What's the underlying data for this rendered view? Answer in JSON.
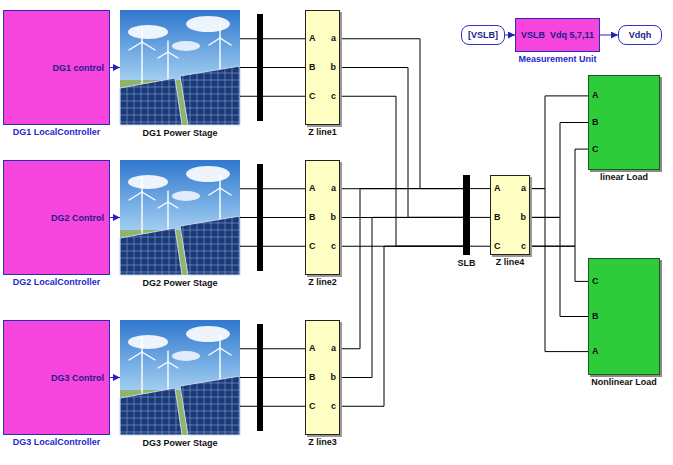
{
  "diagram": {
    "nodes": [
      {
        "text": [
          "DG1 control",
          "DG1 LocalController"
        ]
      },
      {
        "text": [
          "DG1 Power Stage"
        ]
      },
      {
        "text": [
          "A",
          "B",
          "C",
          "a",
          "b",
          "c",
          "Z line1"
        ]
      },
      {
        "text": [
          "DG2 Control",
          "DG2 LocalController"
        ]
      },
      {
        "text": [
          "DG2 Power Stage"
        ]
      },
      {
        "text": [
          "A",
          "B",
          "C",
          "a",
          "b",
          "c",
          "Z line2"
        ]
      },
      {
        "text": [
          "DG3 Control",
          "DG3 LocalController"
        ]
      },
      {
        "text": [
          "DG3 Power Stage"
        ]
      },
      {
        "text": [
          "A",
          "B",
          "C",
          "a",
          "b",
          "c",
          "Z line3"
        ]
      },
      {
        "text": [
          "SLB"
        ]
      },
      {
        "text": [
          "A",
          "B",
          "C",
          "a",
          "b",
          "c",
          "Z line4"
        ]
      },
      {
        "text": [
          "[VSLB]"
        ]
      },
      {
        "text": [
          "VSLB",
          "Vdq 5,7,11",
          "Measurement Unit"
        ]
      },
      {
        "text": [
          "Vdqh"
        ]
      },
      {
        "text": [
          "A",
          "B",
          "C",
          "linear Load"
        ]
      },
      {
        "text": [
          "C",
          "B",
          "A",
          "Nonlinear Load"
        ]
      }
    ],
    "edges": [
      {
        "from": 0,
        "to": 1,
        "arrow": "to"
      },
      {
        "from": 1,
        "to": 2,
        "arrow": "none"
      },
      {
        "from": 3,
        "to": 4,
        "arrow": "to"
      },
      {
        "from": 4,
        "to": 5,
        "arrow": "none"
      },
      {
        "from": 6,
        "to": 7,
        "arrow": "to"
      },
      {
        "from": 7,
        "to": 8,
        "arrow": "none"
      },
      {
        "from": 2,
        "to": 9,
        "arrow": "none"
      },
      {
        "from": 5,
        "to": 9,
        "arrow": "none"
      },
      {
        "from": 8,
        "to": 9,
        "arrow": "none"
      },
      {
        "from": 9,
        "to": 10,
        "arrow": "none"
      },
      {
        "from": 10,
        "to": 14,
        "arrow": "none"
      },
      {
        "from": 10,
        "to": 15,
        "arrow": "none"
      },
      {
        "from": 11,
        "to": 12,
        "arrow": "to"
      },
      {
        "from": 12,
        "to": 13,
        "arrow": "to"
      }
    ]
  }
}
